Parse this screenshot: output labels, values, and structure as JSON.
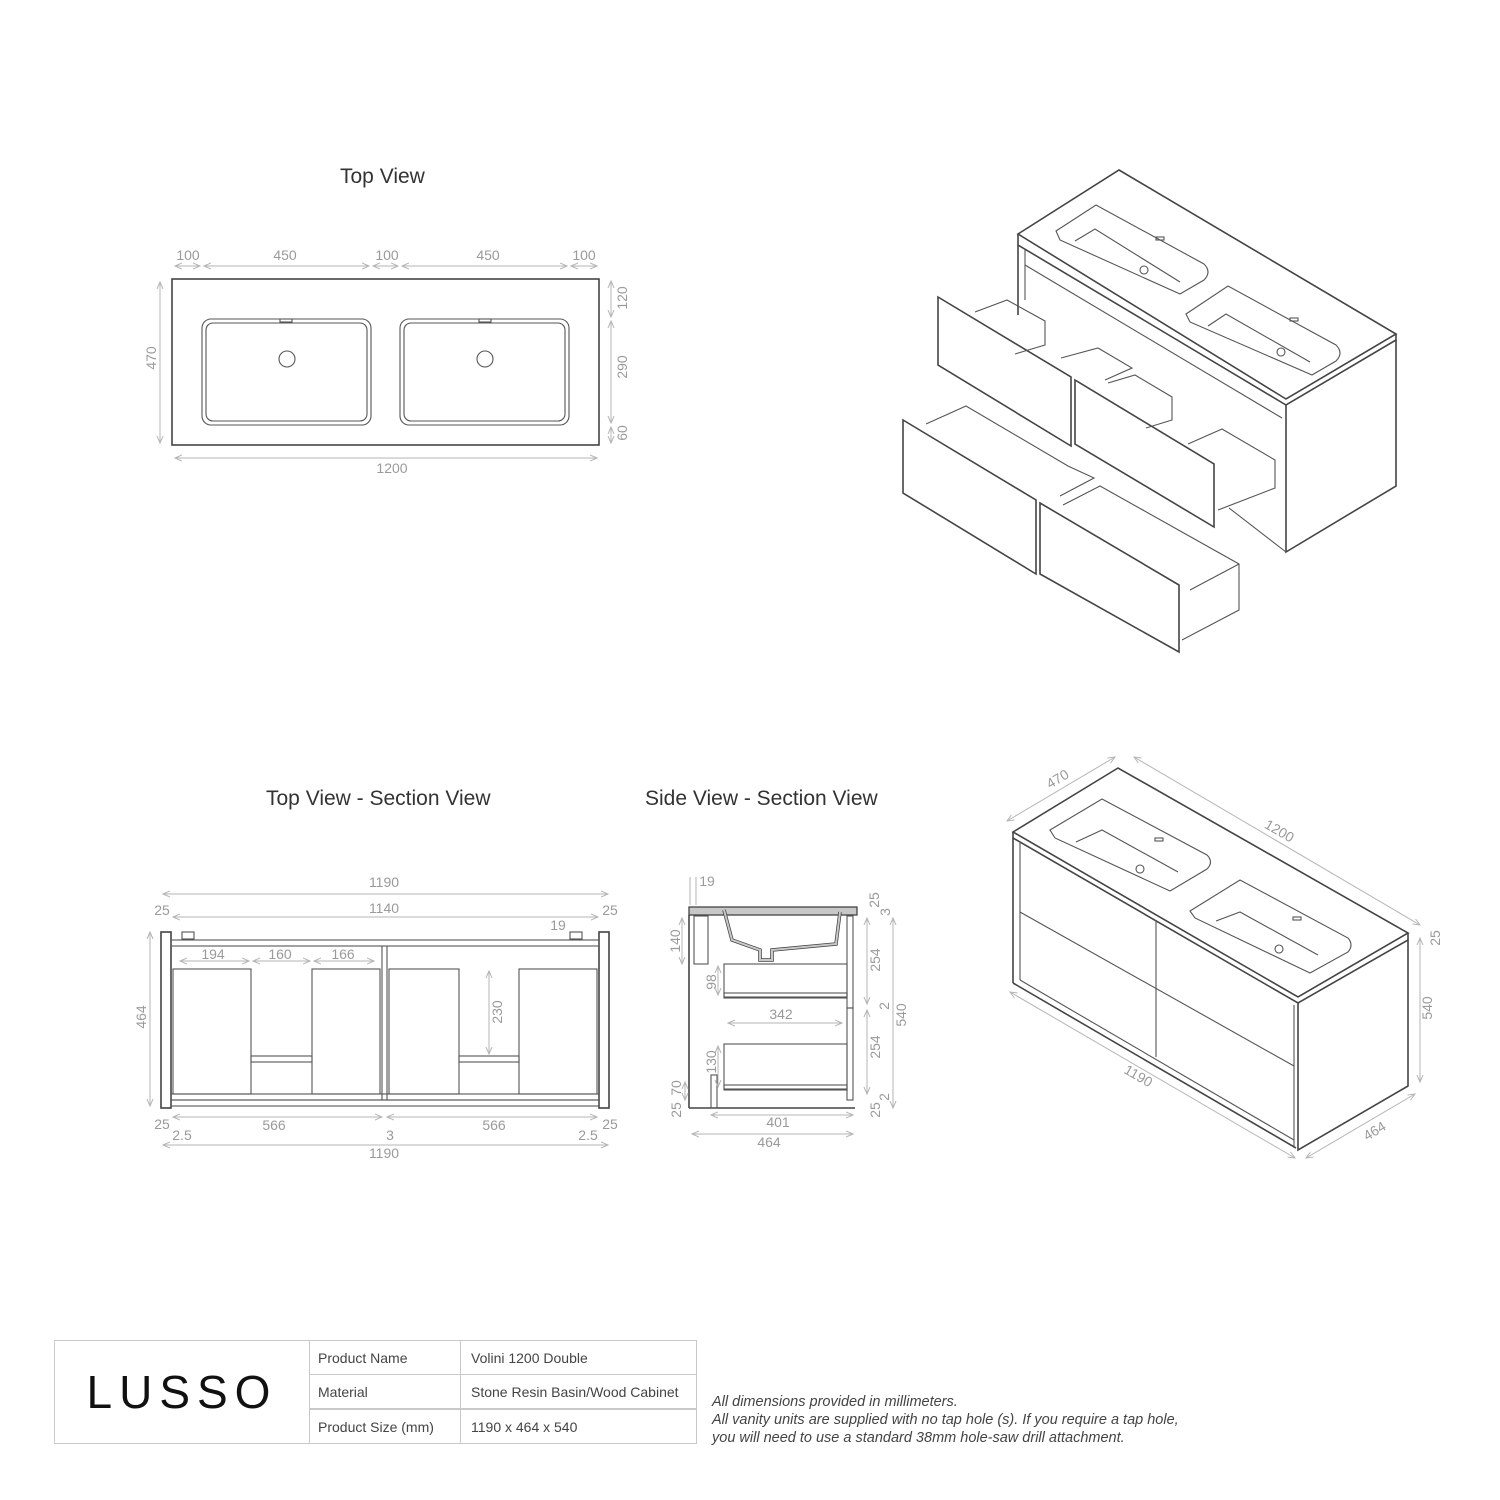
{
  "titles": {
    "top_view": "Top View",
    "top_section_view": "Top View - Section View",
    "side_section_view": "Side View - Section View"
  },
  "top_view": {
    "widths": [
      "100",
      "450",
      "100",
      "450",
      "100"
    ],
    "total_width": "1200",
    "total_depth": "470",
    "depths": [
      "120",
      "290",
      "60"
    ]
  },
  "top_section": {
    "outer_width_top": "1190",
    "inner_width": "1140",
    "side_left": "25",
    "side_right": "25",
    "panel": "19",
    "drawer_widths": [
      "194",
      "160",
      "166"
    ],
    "depth": "464",
    "drawer_depth": "230",
    "bottom_left": "25",
    "bottom_right": "25",
    "gap_left": "2.5",
    "gap_mid": "3",
    "gap_right": "2.5",
    "door_left": "566",
    "door_right": "566",
    "outer_width_bottom": "1190"
  },
  "side_section": {
    "top_panel": "19",
    "basin_height": "140",
    "top_thickness": "25",
    "top_gap": "3",
    "drawer1_front": "254",
    "drawer_gap": "2",
    "drawer2_front": "254",
    "bottom_gap": "2",
    "bottom_plinth": "25",
    "total_height": "540",
    "drawer1_depth": "98",
    "drawer_inner": "342",
    "drawer2_depth": "130",
    "plinth_height": "70",
    "plinth_left": "25",
    "inner_depth": "401",
    "total_depth": "464"
  },
  "iso_view": {
    "depth_top": "470",
    "width_top": "1200",
    "top_thickness": "25",
    "height": "540",
    "width_bottom": "1190",
    "depth_bottom": "464"
  },
  "info": {
    "brand": "LUSSO",
    "rows": [
      {
        "label": "Product Name",
        "value": "Volini 1200 Double"
      },
      {
        "label": "Material",
        "value": "Stone Resin Basin/Wood Cabinet"
      },
      {
        "label": "Product Size (mm)",
        "value": "1190 x 464 x 540"
      }
    ],
    "notes": [
      "All dimensions provided in millimeters.",
      "All vanity units are supplied with no tap hole (s). If you require a tap hole,",
      "you will need to use a standard 38mm hole-saw drill attachment."
    ]
  }
}
